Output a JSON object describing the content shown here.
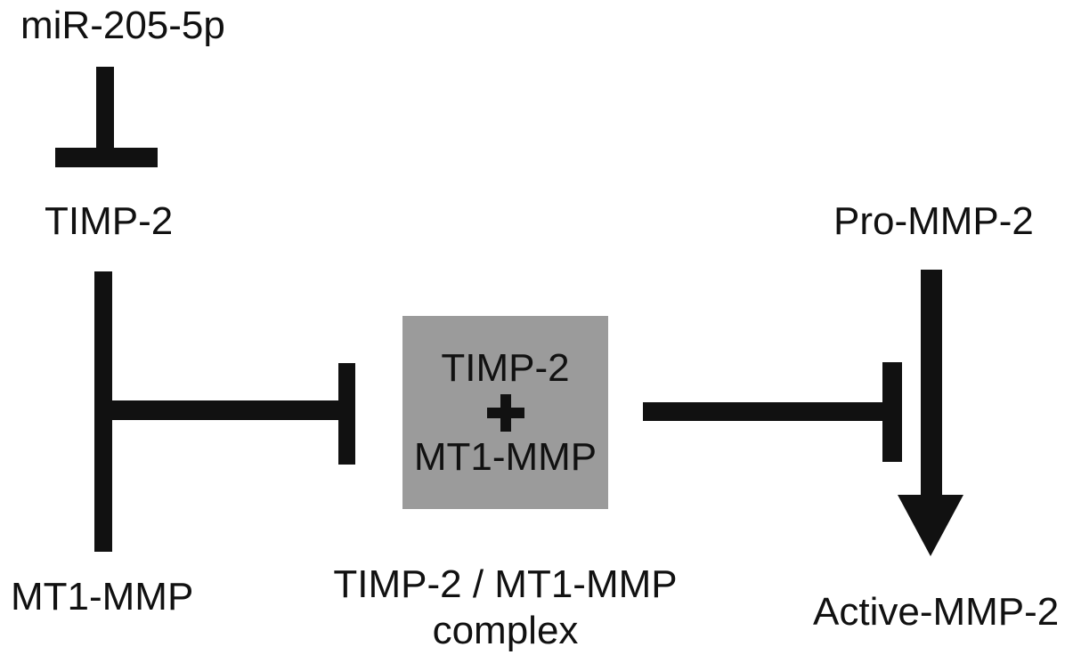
{
  "diagram": {
    "colors": {
      "ink": "#111111",
      "box_fill": "#9b9b9b",
      "background": "#ffffff"
    },
    "nodes": {
      "mir": {
        "label": "miR-205-5p"
      },
      "timp2": {
        "label": "TIMP-2"
      },
      "mt1mmp": {
        "label": "MT1-MMP"
      },
      "pro_mmp2": {
        "label": "Pro-MMP-2"
      },
      "active_mmp2": {
        "label": "Active-MMP-2"
      }
    },
    "complex_box": {
      "line1": "TIMP-2",
      "plus": "+",
      "line2": "MT1-MMP"
    },
    "complex_caption": {
      "line1": "TIMP-2 / MT1-MMP",
      "line2": "complex"
    },
    "edges": [
      {
        "from": "miR-205-5p",
        "to": "TIMP-2",
        "type": "inhibition"
      },
      {
        "from": "TIMP-2 + MT1-MMP",
        "to": "TIMP-2 / MT1-MMP complex",
        "type": "inhibition-style connector"
      },
      {
        "from": "TIMP-2 / MT1-MMP complex",
        "to": "Pro-MMP-2 activation",
        "type": "inhibition"
      },
      {
        "from": "Pro-MMP-2",
        "to": "Active-MMP-2",
        "type": "activation-arrow"
      }
    ]
  }
}
